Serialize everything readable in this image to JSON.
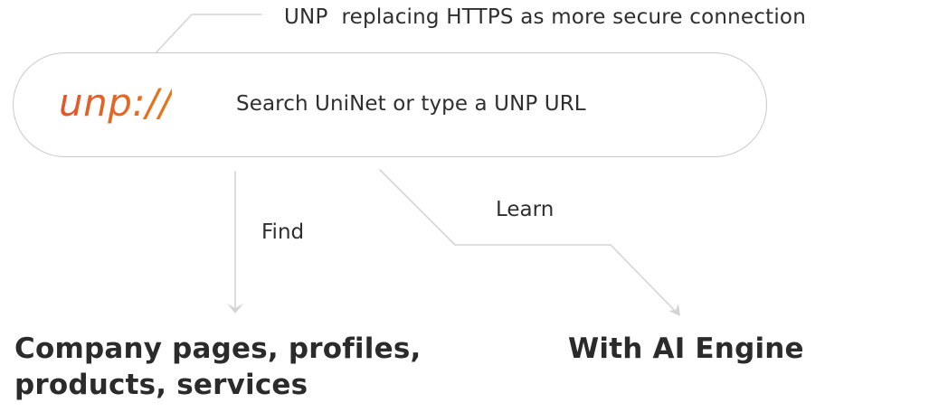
{
  "callout": {
    "text": "UNP  replacing HTTPS as more secure connection"
  },
  "search_bar": {
    "scheme": "unp://",
    "placeholder": "Search UniNet or type a UNP URL"
  },
  "edges": {
    "find_label": "Find",
    "learn_label": "Learn"
  },
  "results": {
    "find_heading": "Company pages, profiles, products, services",
    "learn_heading": "With AI Engine"
  },
  "colors": {
    "line": "#d4d4d4",
    "accent_start": "#e2562a",
    "accent_end": "#e3781c",
    "text": "#2b2b2b"
  }
}
